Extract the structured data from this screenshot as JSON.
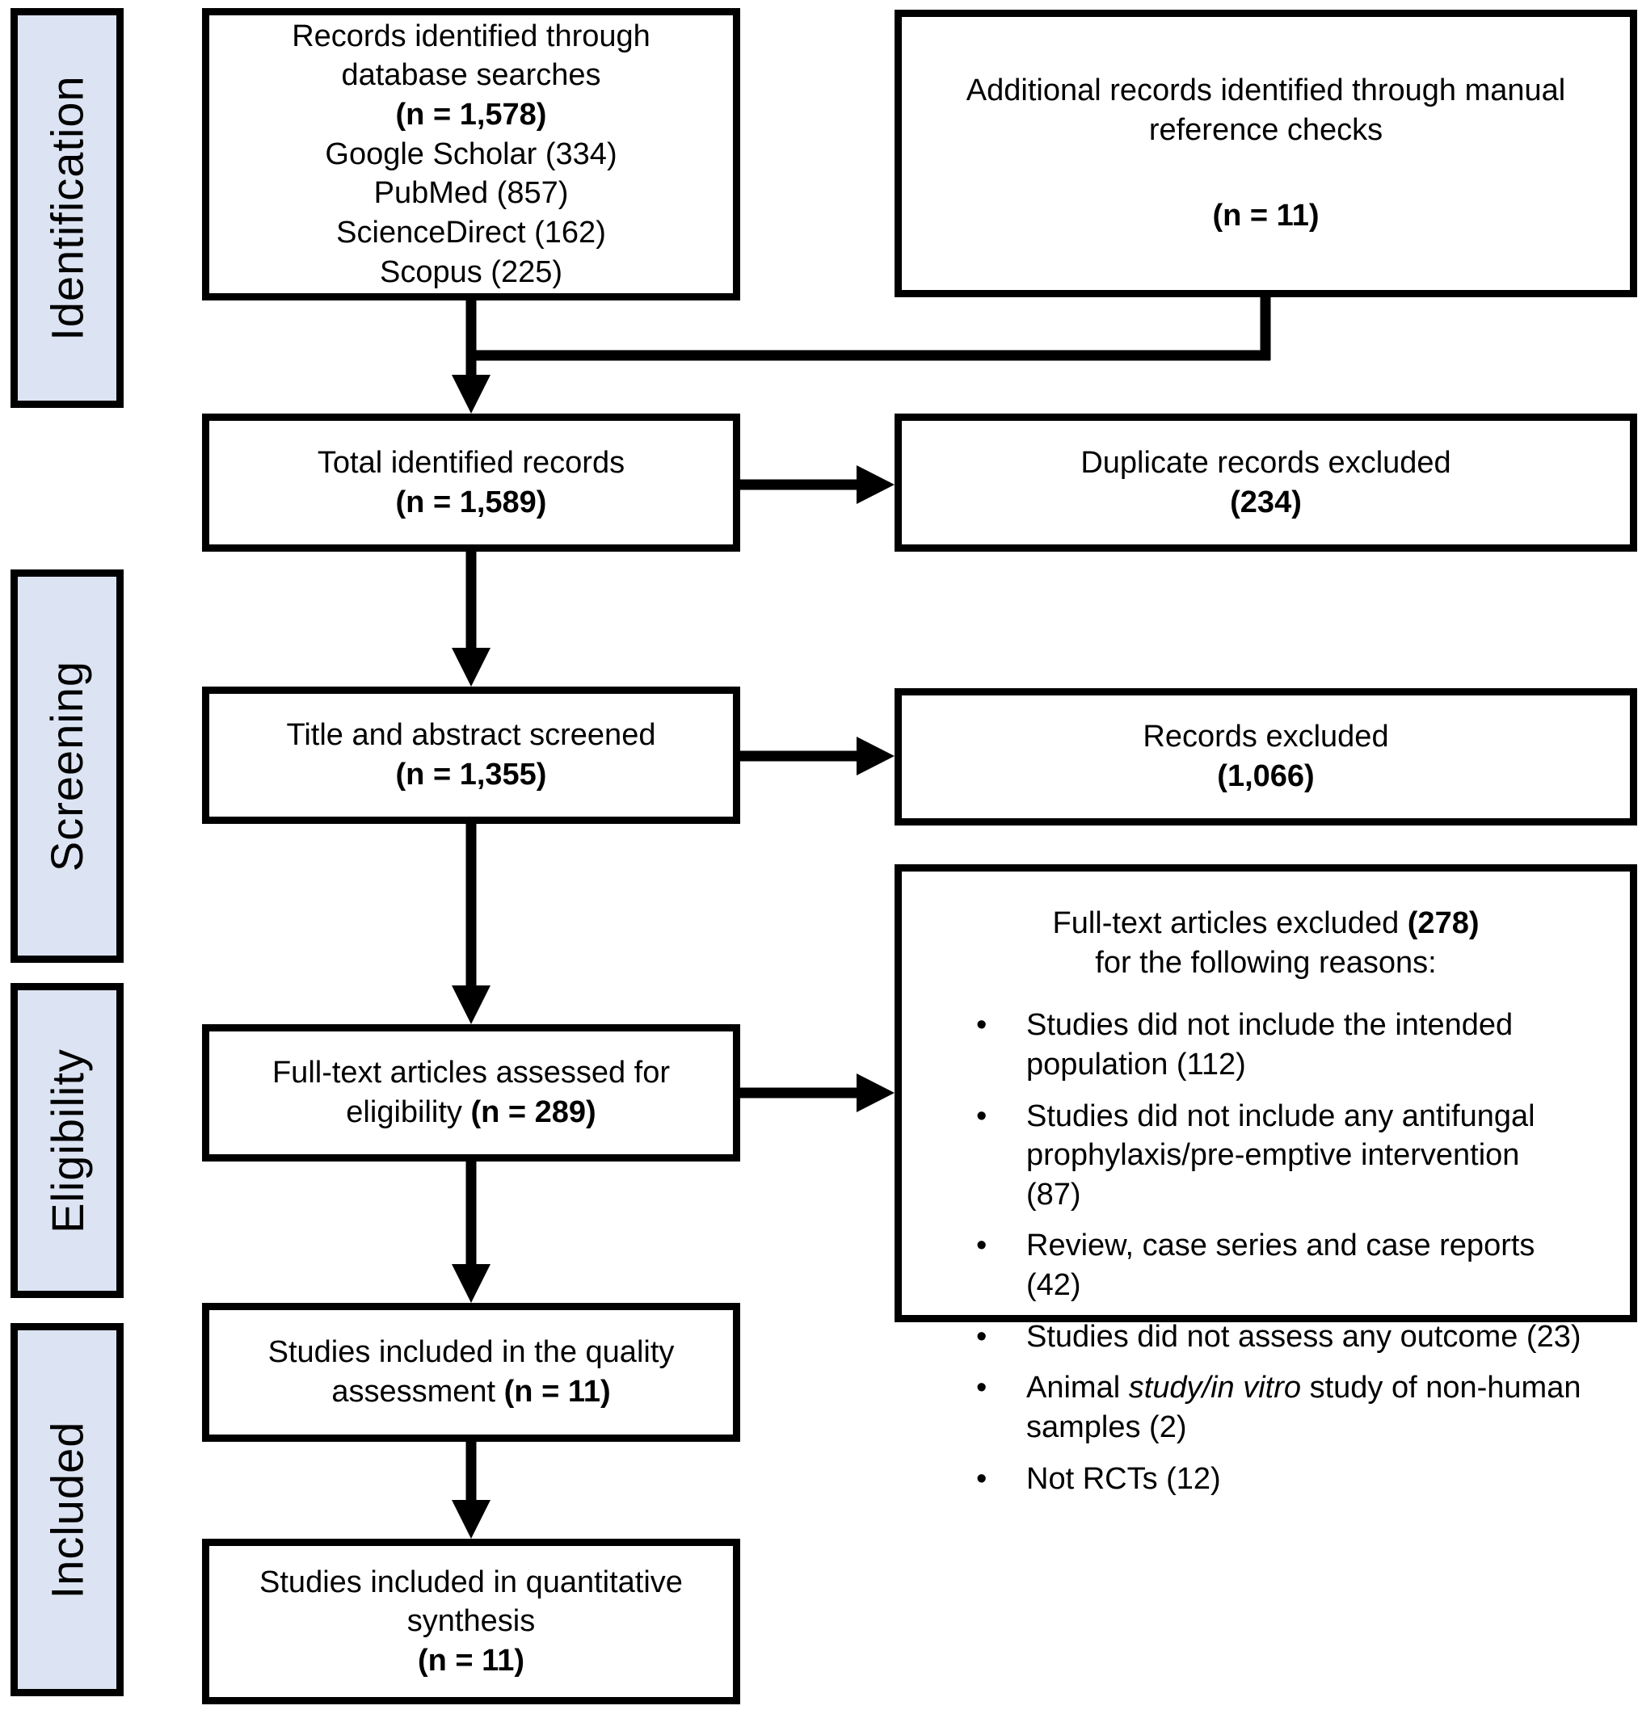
{
  "colors": {
    "stage_fill": "#dce3f2",
    "line_color": "#000000",
    "box_background": "#ffffff"
  },
  "stages": [
    {
      "label": "Identification"
    },
    {
      "label": "Screening"
    },
    {
      "label": "Eligibility"
    },
    {
      "label": "Included"
    }
  ],
  "boxes": {
    "records_identified": {
      "line1": "Records identified through",
      "line2": "database searches",
      "n_bold": "(n = 1,578)",
      "sources": [
        "Google Scholar (334)",
        "PubMed (857)",
        "ScienceDirect (162)",
        "Scopus (225)"
      ]
    },
    "additional_records": {
      "line1": "Additional records identified through manual",
      "line2": "reference checks",
      "n_bold": "(n = 11)"
    },
    "total_identified": {
      "line1": "Total identified records",
      "n_bold": "(n = 1,589)"
    },
    "duplicates_excluded": {
      "line1": "Duplicate records excluded",
      "n_bold": "(234)"
    },
    "title_abstract_screened": {
      "line1": "Title and abstract screened",
      "n_bold": "(n = 1,355)"
    },
    "records_excluded": {
      "line1": "Records excluded",
      "n_bold": "(1,066)"
    },
    "fulltext_assessed": {
      "line1": "Full-text articles assessed for",
      "line2_pre": "eligibility ",
      "line2_bold": "(n = 289)"
    },
    "fulltext_excluded": {
      "heading_pre": "Full-text articles excluded ",
      "heading_bold": "(278)",
      "heading_line2": "for the following reasons:",
      "reasons": [
        {
          "text": "Studies did not include the intended population (112)"
        },
        {
          "text": "Studies did not include any antifungal prophylaxis/pre-emptive intervention (87)"
        },
        {
          "text": "Review, case series and case reports (42)"
        },
        {
          "text": "Studies did not assess any outcome (23)"
        },
        {
          "pre": "Animal ",
          "italic": "study/in vitro",
          "post": " study of non-human samples (2)"
        },
        {
          "text": "Not RCTs (12)"
        }
      ],
      "bullet_glyph": "•"
    },
    "quality_assessment": {
      "line1": "Studies included in the quality",
      "line2_pre": "assessment ",
      "line2_bold": "(n = 11)"
    },
    "quantitative_synthesis": {
      "line1": "Studies included in quantitative",
      "line2": "synthesis",
      "n_bold": "(n = 11)"
    }
  }
}
